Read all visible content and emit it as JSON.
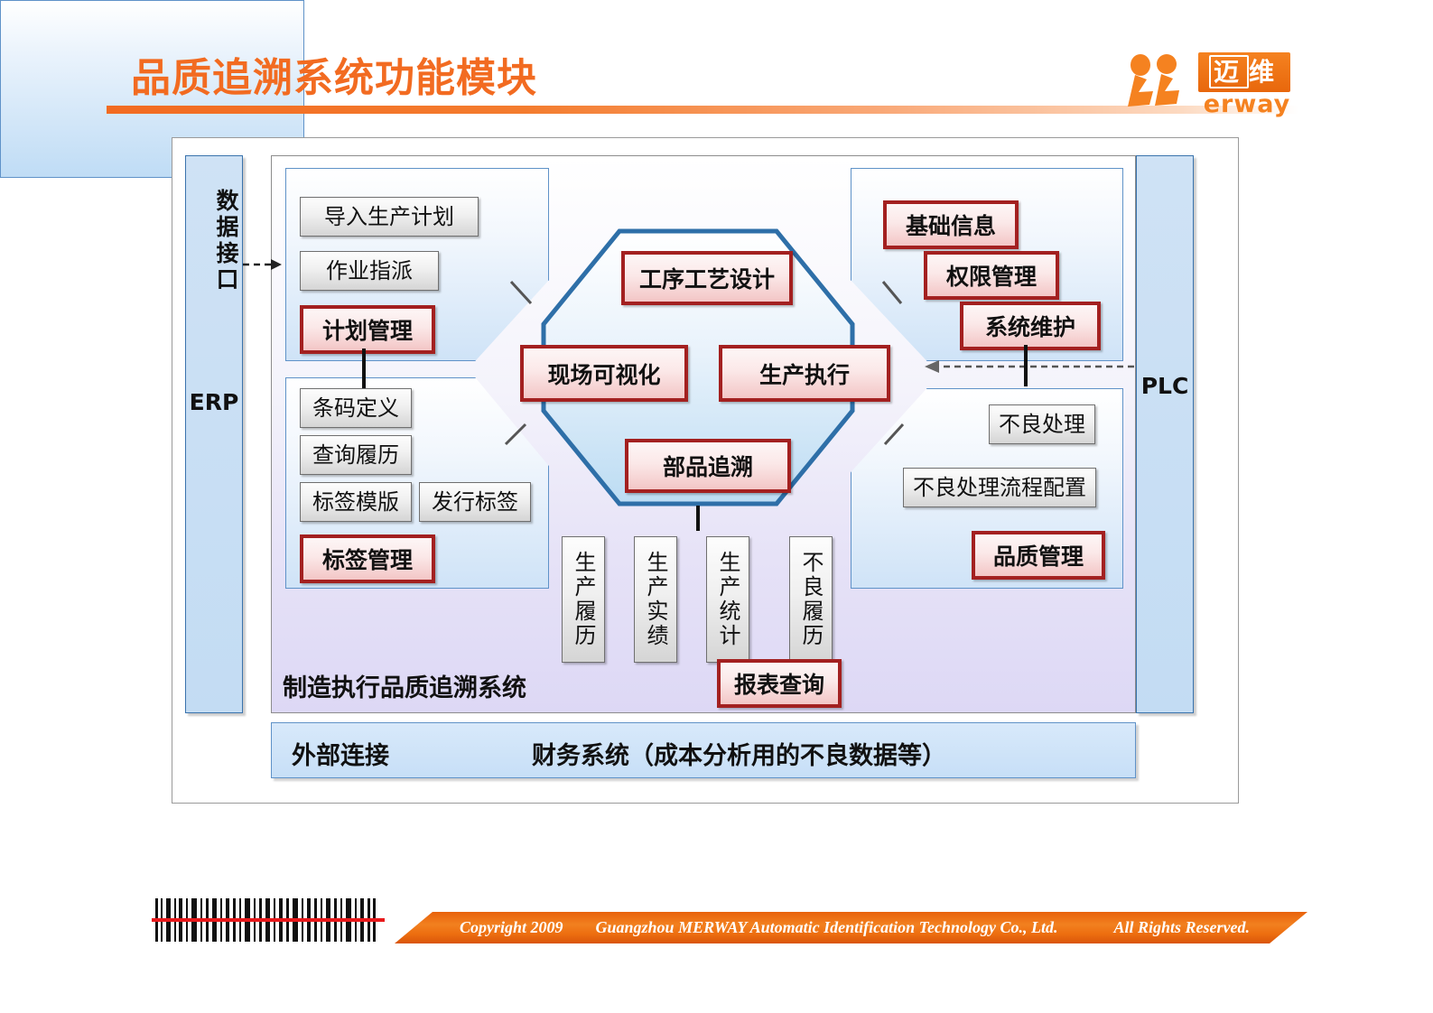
{
  "header": {
    "title": "品质追溯系统功能模块",
    "logo": {
      "cn_left": "迈",
      "cn_right": "维",
      "wordmark": "erway",
      "accent_color": "#F26B21"
    }
  },
  "diagram": {
    "left_column": {
      "vertical_label": "数据接口",
      "horizontal_label": "ERP"
    },
    "right_column": {
      "label": "PLC"
    },
    "system_label": "制造执行品质追溯系统",
    "panels": {
      "top_left": {
        "items": [
          "导入生产计划",
          "作业指派"
        ],
        "highlight": "计划管理"
      },
      "bottom_left": {
        "items": [
          "条码定义",
          "查询履历",
          "标签模版",
          "发行标签"
        ],
        "highlight": "标签管理"
      },
      "top_right": {
        "highlights": [
          "基础信息",
          "权限管理",
          "系统维护"
        ]
      },
      "bottom_right": {
        "items": [
          "不良处理",
          "不良处理流程配置"
        ],
        "highlight": "品质管理"
      },
      "bottom_center": {
        "items": [
          "生产履历",
          "生产实绩",
          "生产统计",
          "不良履历"
        ],
        "highlight": "报表查询"
      }
    },
    "hexagon": {
      "top": "工序工艺设计",
      "left": "现场可视化",
      "right": "生产执行",
      "bottom": "部品追溯"
    },
    "external_bar": {
      "left_label": "外部连接",
      "right_label": "财务系统（成本分析用的不良数据等）"
    }
  },
  "footer": {
    "copyright": "Copyright 2009",
    "company": "Guangzhou MERWAY Automatic Identification Technology Co., Ltd.",
    "rights": "All   Rights   Reserved.",
    "accent_color": "#E8620B"
  }
}
